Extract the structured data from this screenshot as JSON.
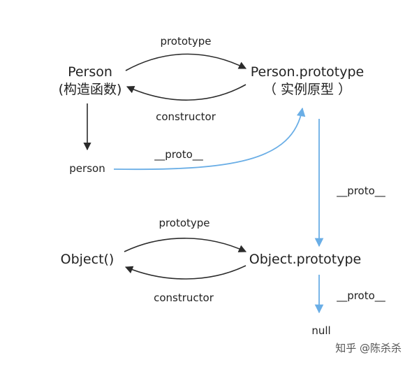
{
  "nodes": {
    "person_constructor": {
      "name": "Person",
      "subtitle": "(构造函数)"
    },
    "person_prototype": {
      "name": "Person.prototype",
      "subtitle": "（ 实例原型 ）"
    },
    "person_instance": {
      "name": "person"
    },
    "object_constructor": {
      "name": "Object()"
    },
    "object_prototype": {
      "name": "Object.prototype"
    },
    "null_node": {
      "name": "null"
    }
  },
  "edges": {
    "person_prototype_label": "prototype",
    "person_constructor_label": "constructor",
    "person_proto_label": "__proto__",
    "person_prototype_proto_label": "__proto__",
    "object_prototype_label": "prototype",
    "object_constructor_label": "constructor",
    "object_prototype_proto_label": "__proto__"
  },
  "colors": {
    "black_arrow": "#2b2b2b",
    "proto_arrow": "#6aaee6",
    "text": "#222222"
  },
  "watermark": "知乎 @陈杀杀"
}
